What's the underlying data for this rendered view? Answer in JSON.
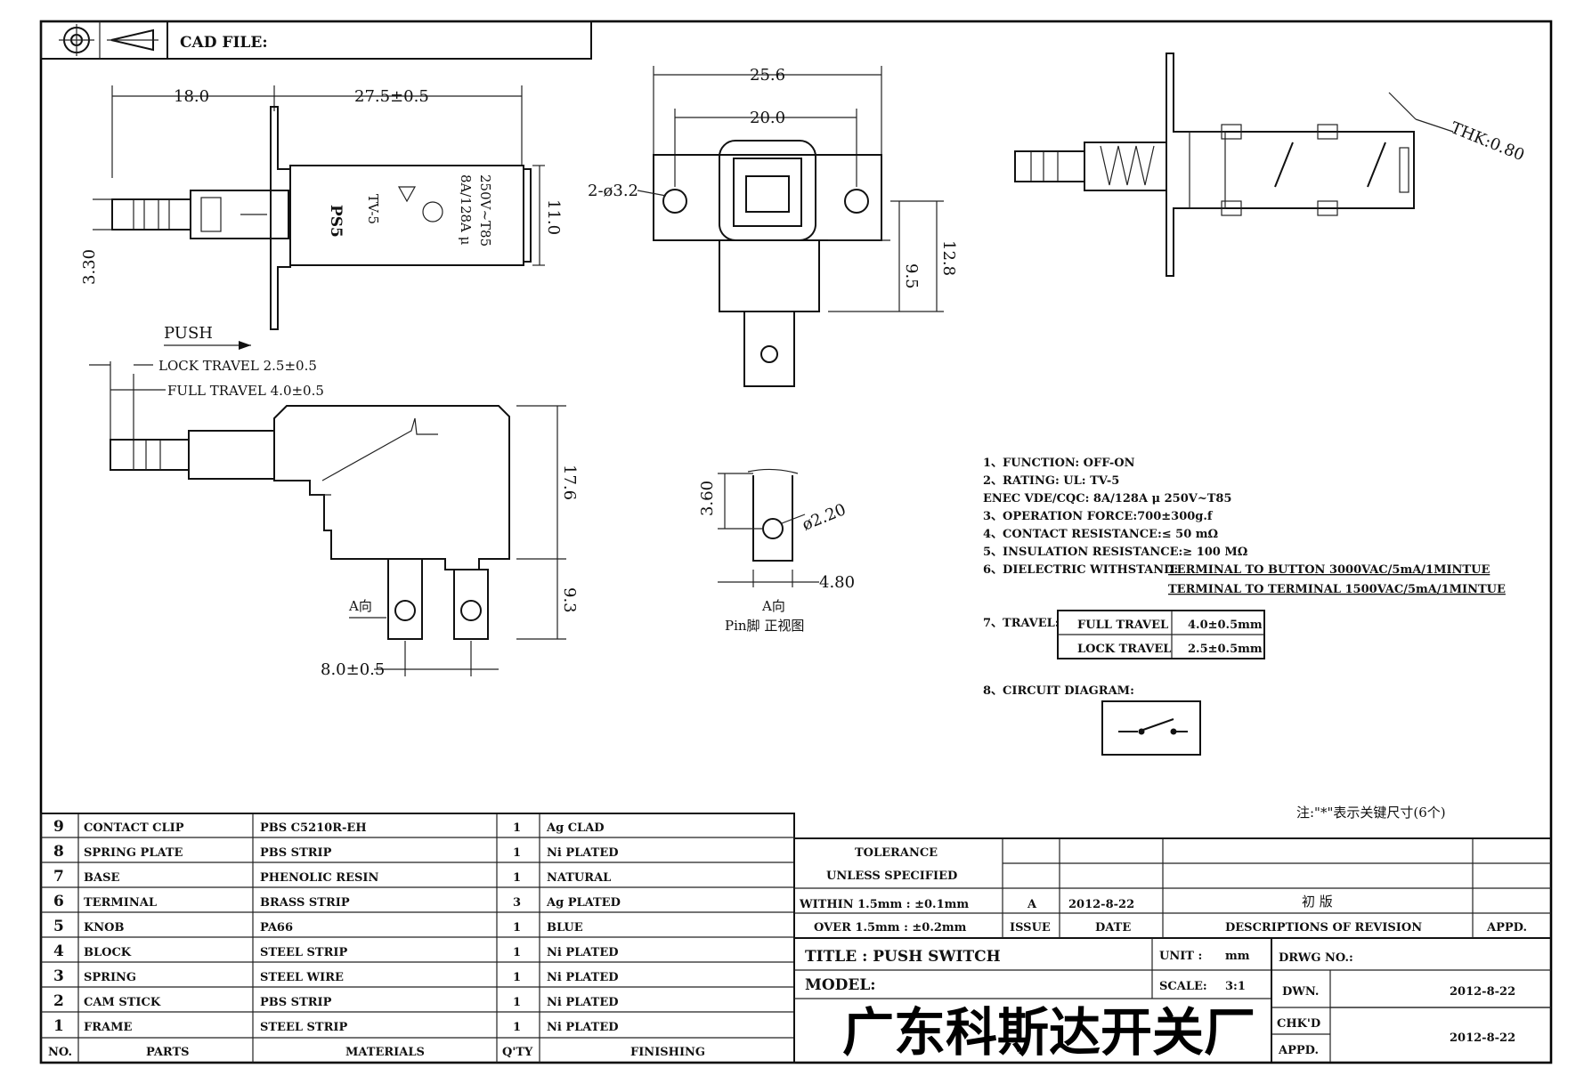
{
  "header": {
    "cad_label": "CAD FILE:"
  },
  "views": {
    "front": {
      "dim_left": "18.0",
      "dim_body": "27.5±0.5",
      "dim_height": "11.0",
      "dim_pin": "3.30",
      "label_model": "PS5",
      "label_type": "TV-5",
      "label_rating1": "8A/128A μ",
      "label_rating2": "250V~T85"
    },
    "side": {
      "push_label": "PUSH",
      "lock_travel": "LOCK TRAVEL 2.5±0.5",
      "full_travel": "FULL TRAVEL 4.0±0.5",
      "dim_height": "17.6",
      "dim_terminal": "9.3",
      "dim_spacing": "8.0±0.5",
      "view_label": "A向"
    },
    "end": {
      "dim_width": "25.6",
      "dim_holes": "20.0",
      "dim_hole_dia": "2-ø3.2",
      "dim_h1": "9.5",
      "dim_h2": "12.8"
    },
    "pin": {
      "dim_top": "3.60",
      "dim_dia": "ø2.20",
      "dim_width": "4.80",
      "caption1": "A向",
      "caption2": "Pin脚 正视图"
    },
    "section": {
      "thickness": "THK:0.80"
    }
  },
  "specs": {
    "lines": [
      "1、FUNCTION:   OFF-ON",
      "2、RATING:   UL:   TV-5",
      "          ENEC VDE/CQC:   8A/128A μ 250V~T85",
      "3、OPERATION FORCE:700±300g.f",
      "4、CONTACT RESISTANCE:≤ 50 mΩ",
      "5、INSULATION RESISTANCE:≥ 100 MΩ",
      "6、DIELECTRIC WITHSTAND:",
      "TERMINAL TO BUTTON 3000VAC/5mA/1MINTUE",
      "TERMINAL TO TERMINAL 1500VAC/5mA/1MINTUE"
    ],
    "travel_label": "7、TRAVEL:",
    "travel_table": [
      {
        "name": "FULL TRAVEL",
        "value": "4.0±0.5mm"
      },
      {
        "name": "LOCK TRAVEL",
        "value": "2.5±0.5mm"
      }
    ],
    "circuit_label": "8、CIRCUIT DIAGRAM:",
    "note": "注:\"*\"表示关键尺寸(6个)"
  },
  "bom": {
    "rows": [
      {
        "no": "9",
        "part": "CONTACT CLIP",
        "material": "PBS C5210R-EH",
        "qty": "1",
        "finish": "Ag CLAD"
      },
      {
        "no": "8",
        "part": "SPRING PLATE",
        "material": "PBS STRIP",
        "qty": "1",
        "finish": "Ni PLATED"
      },
      {
        "no": "7",
        "part": "BASE",
        "material": "PHENOLIC RESIN",
        "qty": "1",
        "finish": "NATURAL"
      },
      {
        "no": "6",
        "part": "TERMINAL",
        "material": "BRASS STRIP",
        "qty": "3",
        "finish": "Ag PLATED"
      },
      {
        "no": "5",
        "part": "KNOB",
        "material": "PA66",
        "qty": "1",
        "finish": "BLUE"
      },
      {
        "no": "4",
        "part": "BLOCK",
        "material": "STEEL STRIP",
        "qty": "1",
        "finish": "Ni PLATED"
      },
      {
        "no": "3",
        "part": "SPRING",
        "material": "STEEL WIRE",
        "qty": "1",
        "finish": "Ni PLATED"
      },
      {
        "no": "2",
        "part": "CAM STICK",
        "material": "PBS STRIP",
        "qty": "1",
        "finish": "Ni PLATED"
      },
      {
        "no": "1",
        "part": "FRAME",
        "material": "STEEL STRIP",
        "qty": "1",
        "finish": "Ni PLATED"
      }
    ],
    "headers": {
      "no": "NO.",
      "part": "PARTS",
      "material": "MATERIALS",
      "qty": "Q'TY",
      "finish": "FINISHING"
    }
  },
  "title_block": {
    "tolerance": "TOLERANCE",
    "unless": "UNLESS   SPECIFIED",
    "within": "WITHIN 1.5mm : ±0.1mm",
    "over": "OVER 1.5mm : ±0.2mm",
    "rev_issue": "A",
    "rev_date": "2012-8-22",
    "rev_desc": "初 版",
    "h_issue": "ISSUE",
    "h_date": "DATE",
    "h_desc": "DESCRIPTIONS OF REVISION",
    "h_appd": "APPD.",
    "title": "TITLE : PUSH SWITCH",
    "model": "MODEL:",
    "unit_label": "UNIT :",
    "unit_value": "mm",
    "scale_label": "SCALE:",
    "scale_value": "3:1",
    "drwg_no": "DRWG NO.:",
    "dwn": "DWN.",
    "dwn_date": "2012-8-22",
    "chkd": "CHK'D",
    "appd": "APPD.",
    "chk_date": "2012-8-22",
    "company": "广东科斯达开关厂"
  }
}
